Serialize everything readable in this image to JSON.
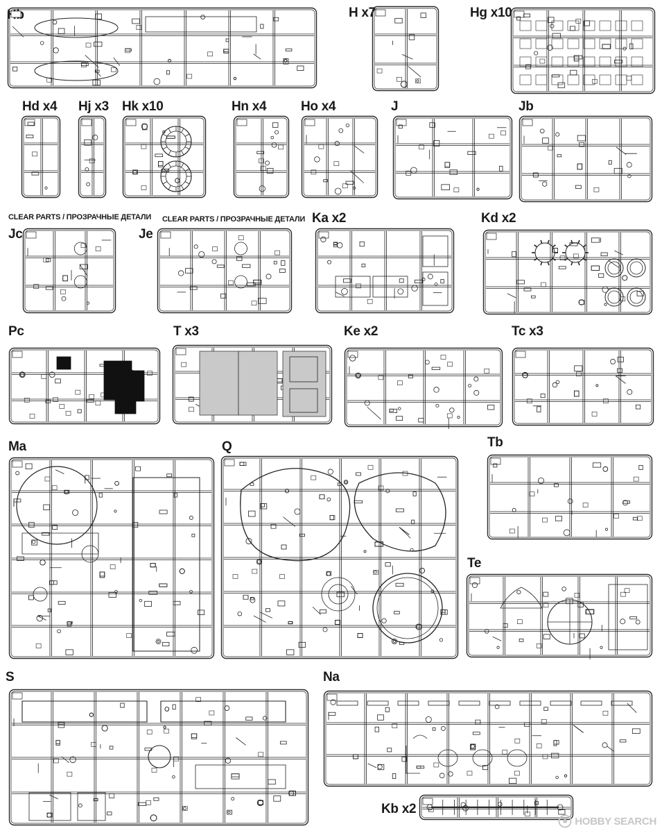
{
  "colors": {
    "line": "#222222",
    "frame": "#2a2a2a",
    "shade": "#c9c9c9",
    "solid": "#111111",
    "watermark": "#c7c7c7"
  },
  "sprues": {
    "Hb": {
      "label": "Hb"
    },
    "H": {
      "label": "H x7"
    },
    "Hg": {
      "label": "Hg x10"
    },
    "Hd": {
      "label": "Hd x4"
    },
    "Hj": {
      "label": "Hj x3"
    },
    "Hk": {
      "label": "Hk x10"
    },
    "Hn": {
      "label": "Hn x4"
    },
    "Ho": {
      "label": "Ho x4"
    },
    "J": {
      "label": "J"
    },
    "Jb": {
      "label": "Jb"
    },
    "Jc": {
      "label": "Jc",
      "note": "CLEAR PARTS / ПРОЗРАЧНЫЕ ДЕТАЛИ"
    },
    "Je": {
      "label": "Je",
      "note": "CLEAR PARTS / ПРОЗРАЧНЫЕ ДЕТАЛИ"
    },
    "Ka": {
      "label": "Ka x2"
    },
    "Kd": {
      "label": "Kd x2"
    },
    "Pc": {
      "label": "Pc"
    },
    "T": {
      "label": "T x3"
    },
    "Ke": {
      "label": "Ke x2"
    },
    "Tc": {
      "label": "Tc x3"
    },
    "Ma": {
      "label": "Ma"
    },
    "Q": {
      "label": "Q"
    },
    "Tb": {
      "label": "Tb"
    },
    "Te": {
      "label": "Te"
    },
    "S": {
      "label": "S"
    },
    "Na": {
      "label": "Na"
    },
    "Kb": {
      "label": "Kb x2"
    }
  },
  "watermark": {
    "text": "HOBBY SEARCH",
    "icon": "hobbysearch-logo-icon"
  }
}
